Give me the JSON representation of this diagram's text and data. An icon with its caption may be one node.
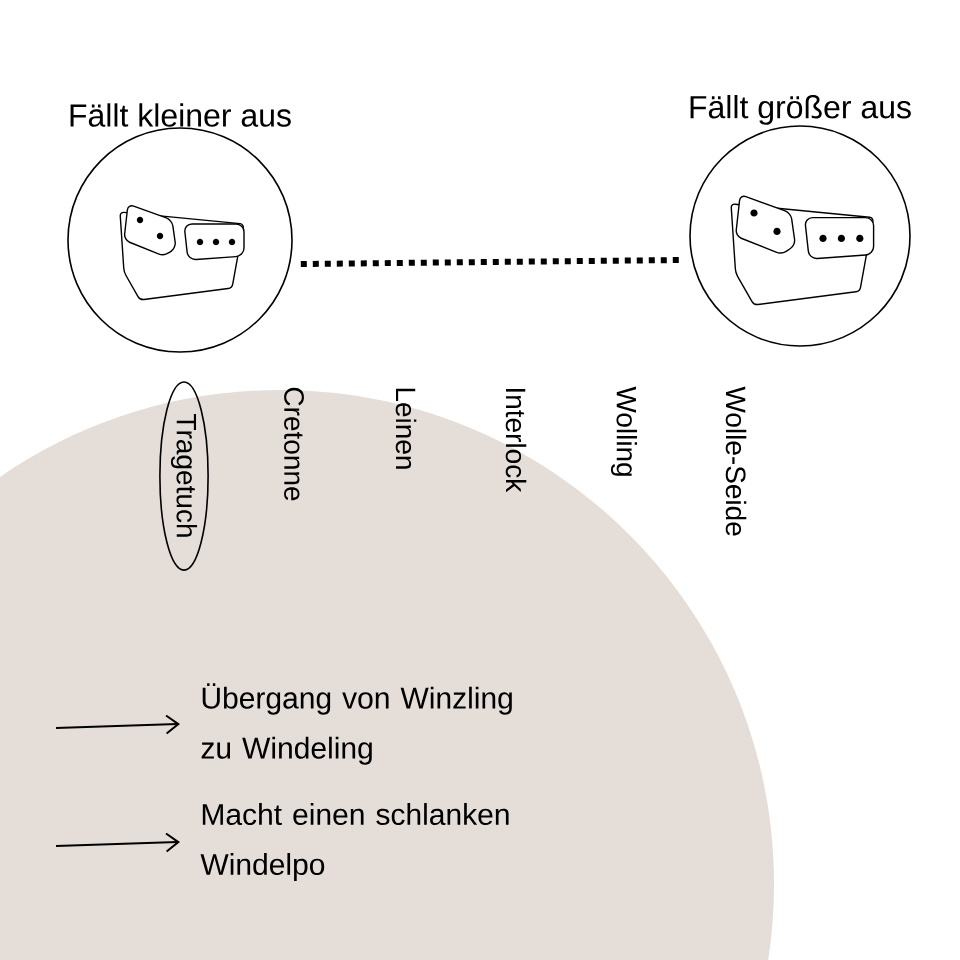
{
  "diagram": {
    "nodes": [
      {
        "text": [
          "Fällt kleiner aus"
        ]
      },
      {
        "text": [
          "Fällt größer aus"
        ]
      },
      {
        "text": [
          "Tragetuch"
        ]
      },
      {
        "text": [
          "Übergang von Winzling zu Windeling"
        ]
      },
      {
        "text": [
          "Macht einen schlanken Windelpo"
        ]
      }
    ],
    "edges": [
      {
        "from": 0,
        "to": 1,
        "arrow": "none",
        "style": "dashed"
      },
      {
        "from": null,
        "to": 3,
        "arrow": "to"
      },
      {
        "from": null,
        "to": 4,
        "arrow": "to"
      }
    ],
    "labels": [
      "Cretonne",
      "Leinen",
      "Interlock",
      "Wolling",
      "Wolle-Seide"
    ]
  }
}
